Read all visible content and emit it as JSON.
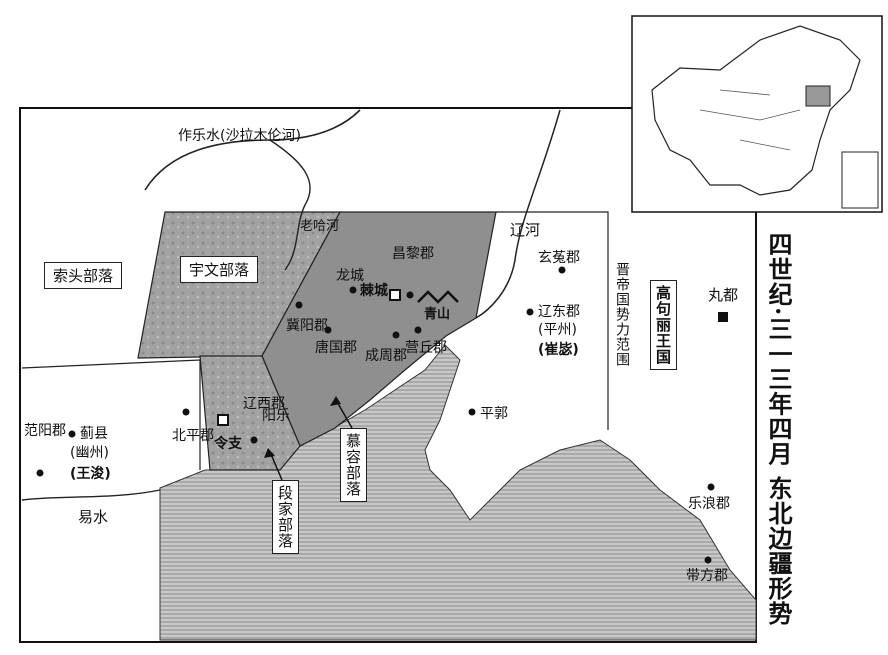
{
  "title": "四世纪·三一三年四月 东北边疆形势",
  "rivers": {
    "zuole": "作乐水(沙拉木伦河)",
    "laoha": "老哈河",
    "liao": "辽河",
    "yi": "易水"
  },
  "tribes": {
    "suotou": "索头部落",
    "yuwen": "宇文部落",
    "murong": "慕容部落",
    "duanjia": "段家部落"
  },
  "places": {
    "changli": "昌黎郡",
    "longcheng": "龙城",
    "jicheng": "棘城",
    "qingshan": "青山",
    "jiyang": "冀阳郡",
    "tangguo": "唐国郡",
    "chengzhou": "成周郡",
    "yingqiu": "营丘郡",
    "liaoxi": "辽西郡",
    "yangle": "阳乐",
    "lingzhi": "令支",
    "beiping": "北平郡",
    "fanyang": "范阳郡",
    "jixian": "蓟县",
    "youzhou": "(幽州)",
    "wangjun": "(王浚)",
    "xuantu": "玄菟郡",
    "liaodong": "辽东郡",
    "pingzhou": "(平州)",
    "cuibi": "(崔毖)",
    "pingguo": "平郭",
    "wandu": "丸都",
    "lelang": "乐浪郡",
    "daifang": "带方郡"
  },
  "regions": {
    "jindi": "晋帝国势力范围",
    "goguryeo": "高句丽王国"
  },
  "colors": {
    "tribe_fill": "#a9a9a9",
    "murong_fill": "#8e8e8e",
    "sea_fill": "#b4b4b4",
    "ink": "#111111"
  }
}
